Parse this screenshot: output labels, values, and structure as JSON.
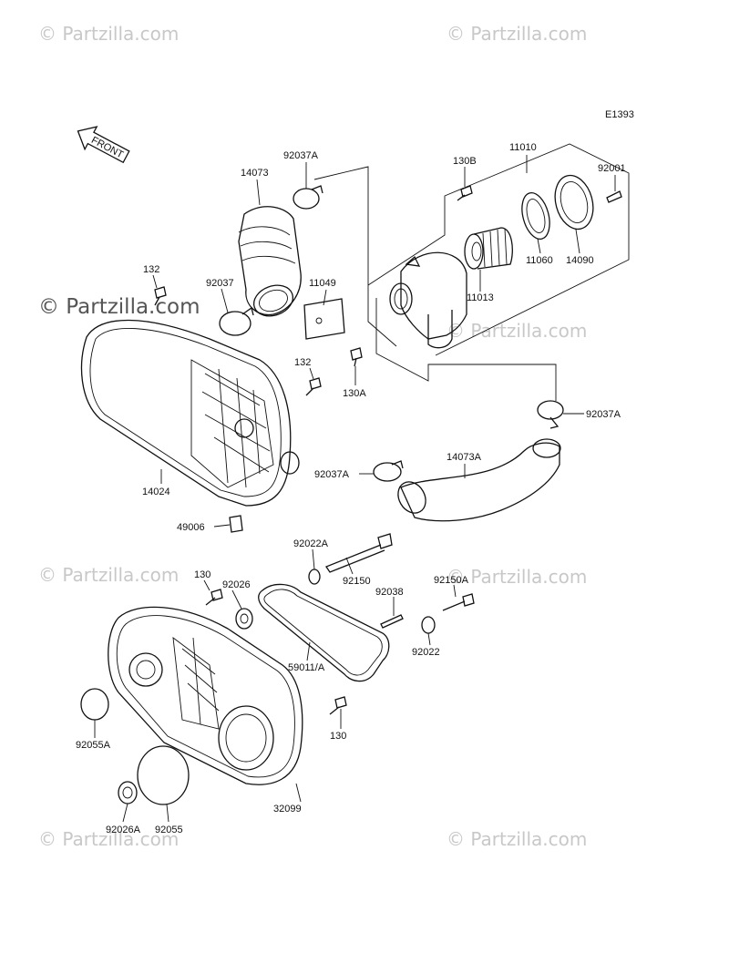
{
  "diagram": {
    "code": "E1393",
    "front_label": "FRONT",
    "watermarks": {
      "small": "© Partzilla.com",
      "large": "© Partzilla.com"
    },
    "labels": {
      "p11010": "11010",
      "p130B": "130B",
      "p92001": "92001",
      "p92037A_top": "92037A",
      "p14073": "14073",
      "p132_top": "132",
      "p92037": "92037",
      "p11049": "11049",
      "p11013": "11013",
      "p11060": "11060",
      "p14090": "14090",
      "p132_mid": "132",
      "p130A": "130A",
      "p92037A_right": "92037A",
      "p14024": "14024",
      "p92037A_mid": "92037A",
      "p14073A": "14073A",
      "p49006": "49006",
      "p92022A": "92022A",
      "p130_top": "130",
      "p92026": "92026",
      "p92150": "92150",
      "p92150A": "92150A",
      "p92038": "92038",
      "p59011A": "59011/A",
      "p92022": "92022",
      "p130_right": "130",
      "p92055A": "92055A",
      "p32099": "32099",
      "p92026A": "92026A",
      "p92055": "92055"
    }
  }
}
